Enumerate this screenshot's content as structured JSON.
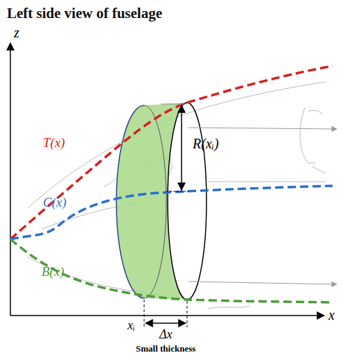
{
  "diagram": {
    "title": "Left side view of fuselage",
    "labels": [
      "z",
      "T(x)",
      "C(x)",
      "B(x)",
      "R(xᵢ)",
      "x",
      "xᵢ",
      "Δx",
      "Small thickness"
    ]
  }
}
